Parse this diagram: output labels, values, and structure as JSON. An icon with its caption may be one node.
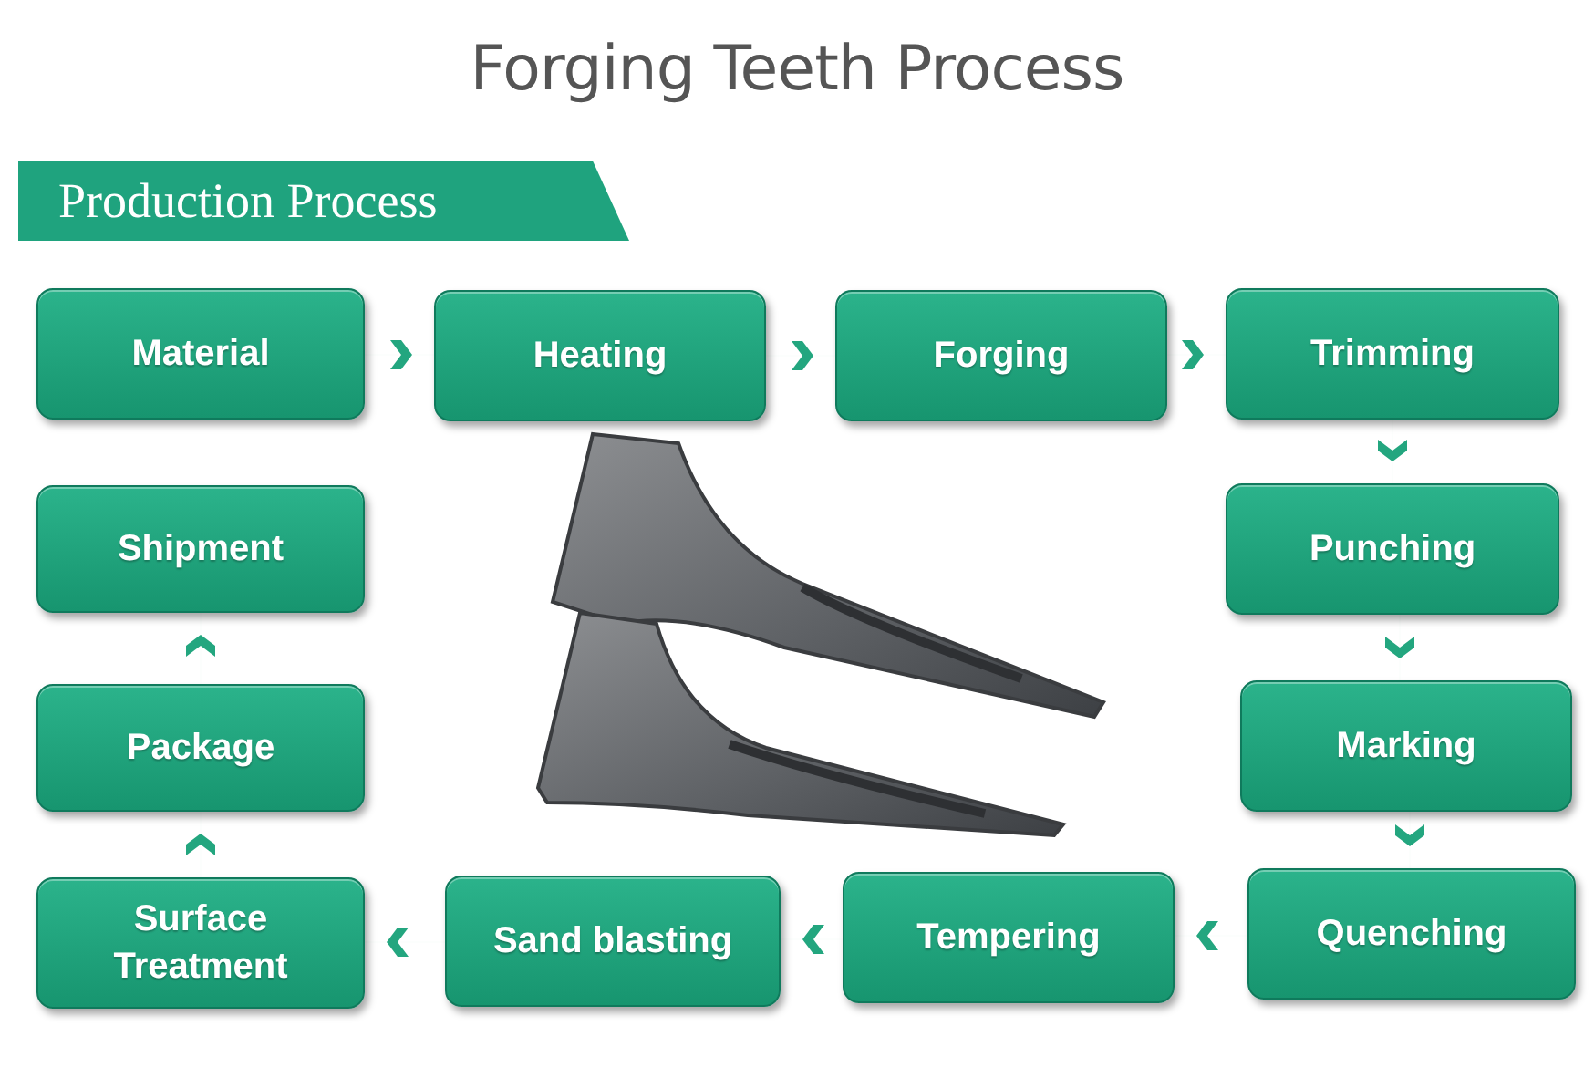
{
  "diagram": {
    "title": "Forging Teeth Process",
    "nodes": [
      {
        "text": [
          "Production Process"
        ]
      },
      {
        "text": [
          "Material"
        ]
      },
      {
        "text": [
          "Heating"
        ]
      },
      {
        "text": [
          "Forging"
        ]
      },
      {
        "text": [
          "Trimming"
        ]
      },
      {
        "text": [
          "Punching"
        ]
      },
      {
        "text": [
          "Marking"
        ]
      },
      {
        "text": [
          "Quenching"
        ]
      },
      {
        "text": [
          "Tempering"
        ]
      },
      {
        "text": [
          "Sand blasting"
        ]
      },
      {
        "text": [
          "Surface Treatment"
        ]
      },
      {
        "text": [
          "Package"
        ]
      },
      {
        "text": [
          "Shipment"
        ]
      }
    ],
    "edges": [
      {
        "from": 1,
        "to": 2,
        "arrow": "to"
      },
      {
        "from": 2,
        "to": 3,
        "arrow": "to"
      },
      {
        "from": 3,
        "to": 4,
        "arrow": "to"
      },
      {
        "from": 4,
        "to": 5,
        "arrow": "to"
      },
      {
        "from": 5,
        "to": 6,
        "arrow": "to"
      },
      {
        "from": 6,
        "to": 7,
        "arrow": "to"
      },
      {
        "from": 7,
        "to": 8,
        "arrow": "to"
      },
      {
        "from": 8,
        "to": 9,
        "arrow": "to"
      },
      {
        "from": 9,
        "to": 10,
        "arrow": "to"
      },
      {
        "from": 10,
        "to": 11,
        "arrow": "to"
      },
      {
        "from": 11,
        "to": 12,
        "arrow": "to"
      }
    ]
  }
}
